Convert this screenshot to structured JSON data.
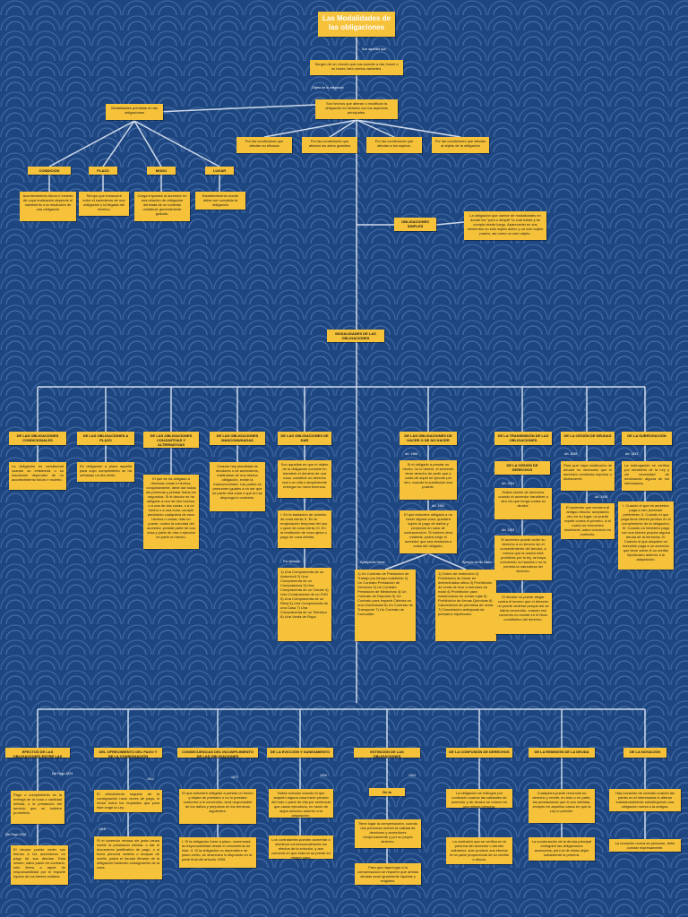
{
  "title": "Las Modalidades de las obligaciones",
  "intro": {
    "label": "Son aquellas que",
    "definition": "Surgen de un vínculo que nos somete a dar, hacer o no hacer, bien ciertos variantes.",
    "object_label": "Objeto de la obligación",
    "facts": "Son hechos que alteran o modifican la obligación en relación con los aspectos principales."
  },
  "modalities": {
    "header": "Modalidades previstas en las obligaciones",
    "effects": [
      "Por las condiciones que afectan su eficacia",
      "Por las condiciones que afectan los actos gratuitos",
      "Por las condiciones que afectan a los sujetos.",
      "Por las condiciones que afectan al objeto de la obligación"
    ],
    "types": [
      {
        "name": "CONDICIÓN",
        "text": "Acontecimiento futuro e incierto de cuya realización depende el nacimiento o la resolución de una obligación"
      },
      {
        "name": "PLAZO",
        "text": "Tiempo que transcurre entre el nacimiento de una obligación y la llegada del término"
      },
      {
        "name": "MODO",
        "text": "Carga impuesta al acreedor en una relación de obligación derivada de un contrato unilateral, generalmente gratuito."
      },
      {
        "name": "LUGAR",
        "text": "Establecimiento donde deber ser cumplida la obligación"
      }
    ]
  },
  "simple": {
    "header": "OBLIGACIONES SIMPLES",
    "text": "La obligación que carece de modalidades en donde los \"puro o simple\" la cual existe y se cumple desde luego. Aparecerán en sus elementos un solo sujeto activo y un solo sujeto pasivo, así como un solo objeto."
  },
  "center": "MODALIDADES DE LAS OBLIGACIONES",
  "row1": [
    {
      "header": "DE LAS OBLIGACIONES CONDICIONALES",
      "items": [
        "La obligación es condicional cuando su existencia o su resolución dependen de un acontecimiento futuro e incierto."
      ]
    },
    {
      "header": "DE LAS OBLIGACIONES A PLAZO",
      "items": [
        "Es obligación a plazo aquella para cuyo cumplimiento se ha señalado un día cierto."
      ]
    },
    {
      "header": "DE LAS OBLIGACIONES CONJUNTIVAS Y ALTERNATIVAS",
      "items": [
        "El que se ha obligado a diversas cosas o hechos, conjuntamente, debe dar todas las primeras y prestar todos los segundos. Si el deudor se ha obligado a uno de dos hechos, o a una de dos cosas, o a un hecho o a una cosa, cumple prestando cualquiera de esos hechos o cosas; más no puede, contra la voluntad del acreedor, prestar parte de una cosa y parte de otra o ejecutar en parte un hecho."
      ]
    },
    {
      "header": "DE LAS OBLIGACIONES MANCOMUNADAS",
      "items": [
        "Cuando hay pluralidad de deudores o de acreedores, tratándose de una misma obligación, existe la mancomunidad. Las partes se presumen iguales a no ser que se pacte otra cosa o que la Ley disponga lo contrario."
      ]
    },
    {
      "header": "DE LAS OBLIGACIONES DE DAR",
      "items": [
        "Son aquellas en que el objeto de la obligación consiste en transferir el dominio de una cosa, constituir un derecho real o en ella o simplemente entregar su mera tenencia.",
        "I. En la traslación de dominio de cosa cierta; II. En la enajenación temporal del uso o goce de cosa cierta; III. En la restitución de cosa ajena o pago de cosa debida.",
        "1) Una Compraventa de un Automóvil 2) Una Compraventa de un Computadora 3) Una Compraventa de un Celular 4) Una Compraventa de un DVD 5) Una Compraventa de un Reloj 6) Una Compraventa de una Casa 7) Una Compraventa de un Televisor 8) Una Venta de Ropa"
      ]
    },
    {
      "header": "DE LAS OBLIGACIONES DE HACER O DE NO HACER",
      "items": [
        "Si el obligado a prestar un hecho, no lo hiciere, el acreedor tiene derecho de pedir que a costa de aquel se ejecute por otro, cuando la sustitución sea posible.",
        "El que estuviere obligado a no hacer alguna cosa, quedará sujeto al pago de daños y perjuicios en caso de contravención. Si hubiere obra material, podrá exigir el acreedor que sea destruida a costa del obligado.",
        "1) Un Contrato de Prestación de Trabajo por tiempo indefinido 2) Un Contrato Prestación de Servicios 3) Un Contrato Prestación de Medicinas 4) Un Contrato de Depósito 5) Un Contrato para Impartir Cátedra en una Universidad 6) Un Contrato de Transporte 7) Un Contrato de Comodato",
        "1) Orden de restricción 2) Prohibición de fumar en determinados sitios 3) Prohibición de venta de licor a menores de edad 4) Prohibición para estacionarse en zonas rojas 5) Prohibición de Armas Químicas 6) Cancelación de permisos de venta 7) Cancelación anticipada de préstamo hipotecario"
      ]
    },
    {
      "header": "DE LA TRANSMISIÓN DE LAS OBLIGACIONES",
      "items": [
        "DE LA CESIÓN DE DERECHOS",
        "Habrá cesión de derechos cuando el acreedor transfiere a otro los que tenga contra su deudor.",
        "El acreedor puede ceder su derecho a un tercero sin el consentimiento del deudor, a menos que la cesión esté prohibida por la ley, se haya convenido no hacerla o no la permita la naturaleza del derecho.",
        "El deudor no puede alegar contra el tercero que el derecho no puede cederse porque así se había convenido, cuando ese convenio no conste en el título constitutivo del derecho."
      ]
    },
    {
      "header": "DE LA CESIÓN DE DEUDAS",
      "items": [
        "Para que haya sustitución de deudor es necesario que el acreedor consienta expresa o tácitamente.",
        "El acreedor que exonera al antiguo deudor, aceptando otro en su lugar, no puede repetir contra el primero, si el nuevo se encuentra insolvente, salvo convenio en contrario."
      ]
    },
    {
      "header": "DE LA SUBROGACIÓN",
      "items": [
        "La subrogación se verifica por ministerio de la Ley y sin necesidad de declaración alguna de los interesados.",
        "I. Cuando el que es acreedor paga a otro acreedor preferente; II. Cuando el que paga tiene interés jurídico en el cumplimiento de la obligación; III. Cuando un heredero paga con sus bienes propios alguna deuda de la herencia; IV. Cuando el que adquiere un inmueble paga a un acreedor que tiene sobre él un crédito hipotecario anterior a la adquisición."
      ]
    }
  ],
  "row2": [
    {
      "header": "EFECTOS DE LAS OBLIGACIONES ENTRE LAS PARTES",
      "items": [
        "Pago o cumplimiento es la entrega de la cosa o cantidad debida, o la prestación del servicio que se hubiere prometido.",
        "El deudor puede ceder sus bienes a los acreedores en pago de sus deudas. Esta cesión, salvo pacto en contrario, sólo libera a aquél de responsabilidad por el importe líquido de los bienes cedidos."
      ]
    },
    {
      "header": "DEL OFRECIMIENTO DEL PAGO Y DE LA CONSIGNACIÓN",
      "items": [
        "El ofrecimiento seguido de la consignación hace veces de pago, si reúne todos los requisitos que para éste exige la Ley.",
        "Si el acreedor rehúsa sin justa causa recibir la prestación debida, o dar el documento justificativo de pago, o si fuera persona incierta o incapaz de recibir, podrá el deudor librarse de la obligación haciendo consignación de la cosa."
      ]
    },
    {
      "header": "CONSECUENCIAS DEL INCUMPLIMIENTO DE LAS OBLIGACIONES",
      "items": [
        "El que estuviere obligado a prestar un hecho y dejare de prestarlo o no lo prestare conforme a lo convenido, será responsable de los daños y perjuicios en los términos siguientes:",
        "I. Si la obligación fuere a plazo, comenzará la responsabilidad desde el vencimiento de éste. II. Si la obligación no dependiere de plazo cierto, se observará lo dispuesto en la parte final del artículo 1905."
      ]
    },
    {
      "header": "DE LA EVICCIÓN Y SANEAMIENTO",
      "items": [
        "Habrá evicción cuando el que adquirió alguna cosa fuere privado del todo o parte de ella por sentencia que cause ejecutoria, en razón de algún derecho anterior a la adquisición.",
        "Los contratantes pueden aumentar o disminuir convencionalmente los efectos de la evicción, y aun convenir en que ésta no se preste en ningún caso."
      ]
    },
    {
      "header": "EXTINCIÓN DE LAS OBLIGACIONES",
      "items": [
        "De la compensación",
        "Tiene lugar la compensación, cuando dos personas reúnen la calidad de deudores y acreedores recíprocamente y por su propio derecho.",
        "Para que haya lugar a la compensación se requiere que ambas deudas sean igualmente líquidas y exigibles."
      ]
    },
    {
      "header": "DE LA CONFUSIÓN DE DERECHOS",
      "items": [
        "La obligación se extingue por confusión cuando las calidades de acreedor y de deudor se reúnen en una misma persona.",
        "La confusión que se verifica en la persona del acreedor o deudor solidarios, sólo produce sus efectos en la parte proporcional de su crédito o deuda."
      ]
    },
    {
      "header": "DE LA REMISIÓN DE LA DEUDA",
      "items": [
        "Cualquiera puede renunciar su derecho y remitir, en todo o en parte, las prestaciones que le son debidas, excepto en aquellos casos en que la Ley lo prohíbe.",
        "La condonación de la deuda principal extinguirá las obligaciones accesorias; pero la de éstas dejan subsistente la primera."
      ]
    },
    {
      "header": "DE LA NOVACIÓN",
      "items": [
        "Hay novación de contrato cuando las partes en él interesadas lo alteran substancialmente substituyendo una obligación nueva a la antigua.",
        "La novación nunca se presume, debe constar expresamente."
      ]
    }
  ],
  "article_labels": {
    "hacer": [
      "Art. 1966",
      "Art. 1962"
    ],
    "cesion": [
      "Art. 1934",
      "Art. 1933"
    ],
    "deudas": [
      "Art. 1936",
      "Art. 1938"
    ],
    "subrogacion": [
      "Art. 1933"
    ],
    "efectos": [
      "Del Pago 1923",
      "Del Pago 1916"
    ],
    "ofrecimiento": [
      "1912",
      "1915"
    ],
    "incumplimiento": [
      "1670"
    ],
    "eviccion": [
      "1904"
    ],
    "extincion": [
      "1904"
    ]
  },
  "example_labels": {
    "dar": "Por ejemplo:",
    "hacer": "Ejemplo de Hacer",
    "no_hacer": "Ejemplo de No Hacer"
  }
}
